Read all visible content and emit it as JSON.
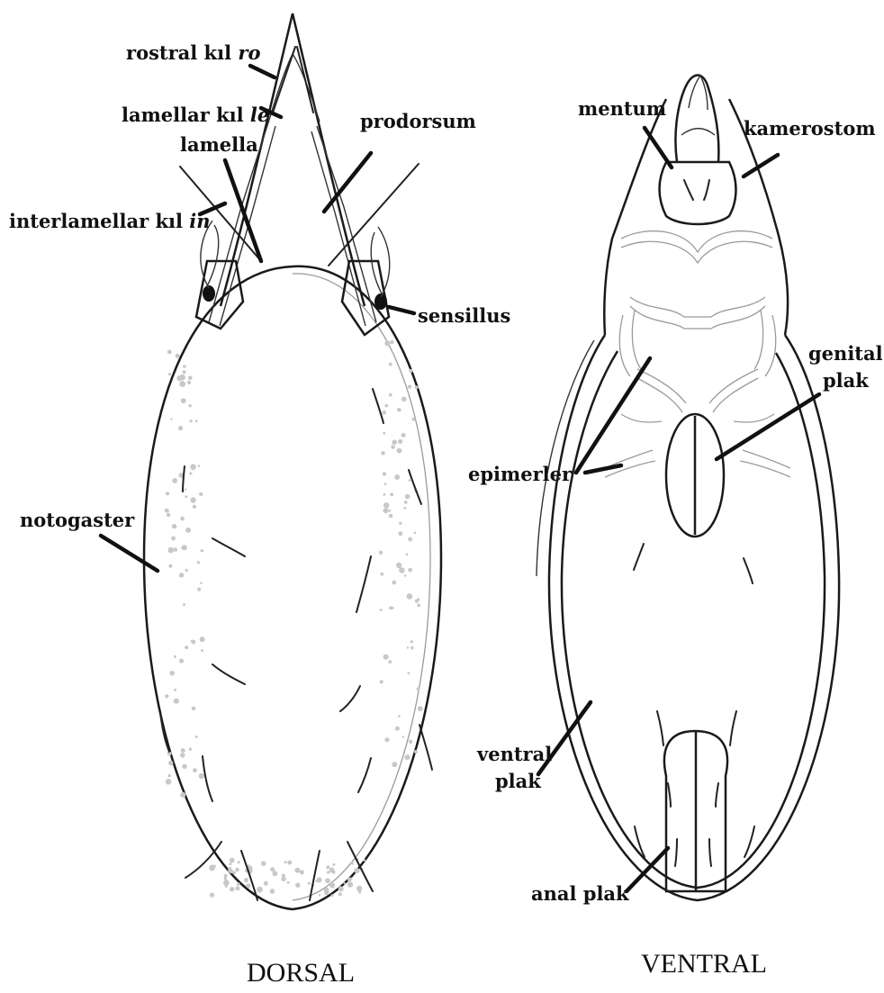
{
  "dorsal": {
    "view_label": "DORSAL",
    "labels": {
      "rostral": {
        "text": "rostral kıl ",
        "sym": "ro"
      },
      "lamellar": {
        "text": "lamellar kıl ",
        "sym": "le"
      },
      "lamella": "lamella",
      "prodorsum": "prodorsum",
      "interlamellar": {
        "text": "interlamellar kıl ",
        "sym": "in"
      },
      "sensillus": "sensillus",
      "notogaster": "notogaster"
    }
  },
  "ventral": {
    "view_label": "VENTRAL",
    "labels": {
      "mentum": "mentum",
      "kamerostom": "kamerostom",
      "genital_1": "genital",
      "genital_2": "plak",
      "epimerler": "epimerler",
      "ventral_1": "ventral",
      "ventral_2": "plak",
      "anal": "anal plak"
    }
  },
  "colors": {
    "ink": "#111111",
    "background": "#ffffff",
    "stipple": "#c8c8c8"
  }
}
